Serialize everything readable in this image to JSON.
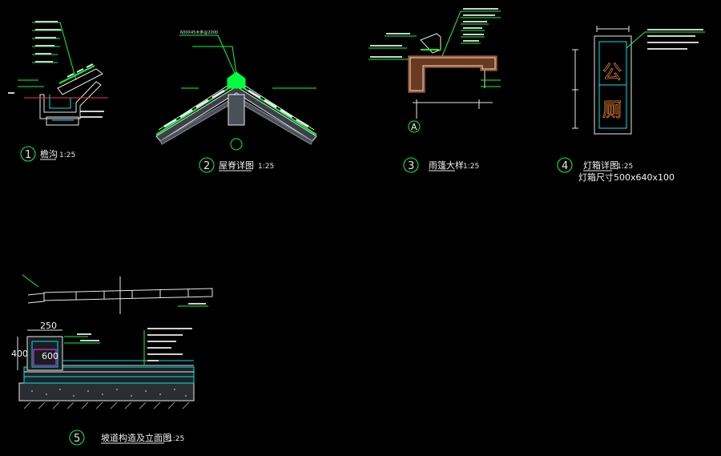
{
  "details": [
    {
      "number": "1",
      "title": "檐沟",
      "scale": "1:25"
    },
    {
      "number": "2",
      "title": "屋脊详图",
      "scale": "1:25"
    },
    {
      "number": "3",
      "title": "雨篷大样",
      "scale": "1:25"
    },
    {
      "number": "4",
      "title": "灯箱详图",
      "scale": "1:25",
      "note": "灯箱尺寸500x640x100"
    },
    {
      "number": "5",
      "title": "坡道构造及立面图",
      "scale": "1:25"
    }
  ],
  "annotations": {
    "ridge_tile": "600X45木条@2000",
    "axis_a": "A",
    "lightbox_chars": [
      "公",
      "厕"
    ],
    "dim_a": "400",
    "dim_b": "250",
    "dim_c": "600"
  },
  "colors": {
    "line_white": "#e8e8e8",
    "line_green": "#00ff3c",
    "line_cyan": "#00e5e5",
    "line_magenta": "#ff33ff",
    "line_orange": "#e07a30",
    "background": "#000000"
  }
}
